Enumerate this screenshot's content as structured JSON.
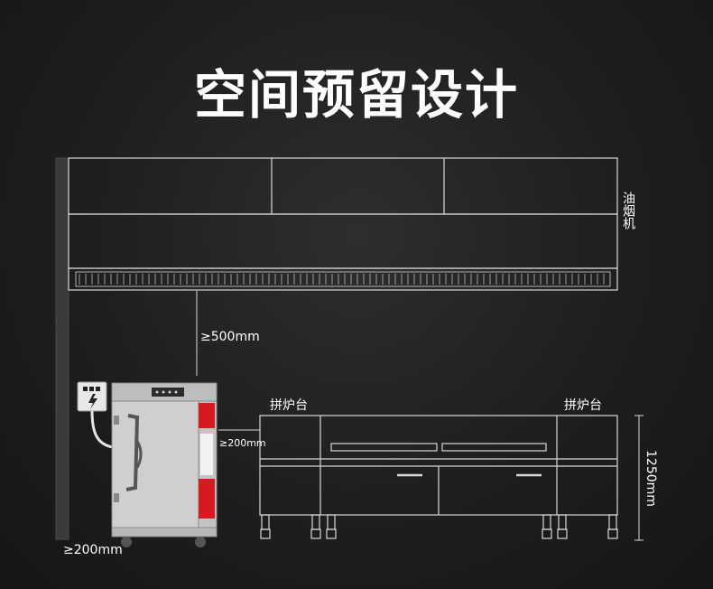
{
  "title": "空间预留设计",
  "labels": {
    "hood": "油烟机",
    "hood_clearance": "≥500mm",
    "side_clearance": "≥200mm",
    "back_clearance": "≥200mm",
    "station_left": "拼炉台",
    "station_right": "拼炉台",
    "station_height": "1250mm"
  },
  "colors": {
    "background": "#1e1e1e",
    "line": "#d8d8d8",
    "steamer_body": "#c9c9c9",
    "accent_red": "#d71920"
  },
  "icons": {
    "power_socket": "power-socket-icon"
  }
}
